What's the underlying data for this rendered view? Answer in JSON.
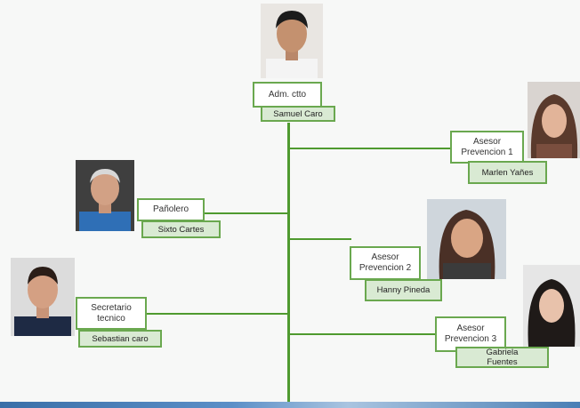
{
  "colors": {
    "line": "#4f9a2f",
    "role_border": "#6aa84f",
    "name_fill": "#d9ead3"
  },
  "nodes": {
    "admin": {
      "role": "Adm. ctto",
      "name": "Samuel Caro"
    },
    "asesor1": {
      "role": "Asesor\nPrevencion  1",
      "name": "Marlen Yañes"
    },
    "panolero": {
      "role": "Pañolero",
      "name": "Sixto Cartes"
    },
    "asesor2": {
      "role": "Asesor\nPrevencion  2",
      "name": "Hanny Pineda"
    },
    "secretario": {
      "role": "Secretario\ntecnico",
      "name": "Sebastian caro"
    },
    "asesor3": {
      "role": "Asesor\nPrevencion  3",
      "name": "Gabriela\nFuentes"
    }
  }
}
